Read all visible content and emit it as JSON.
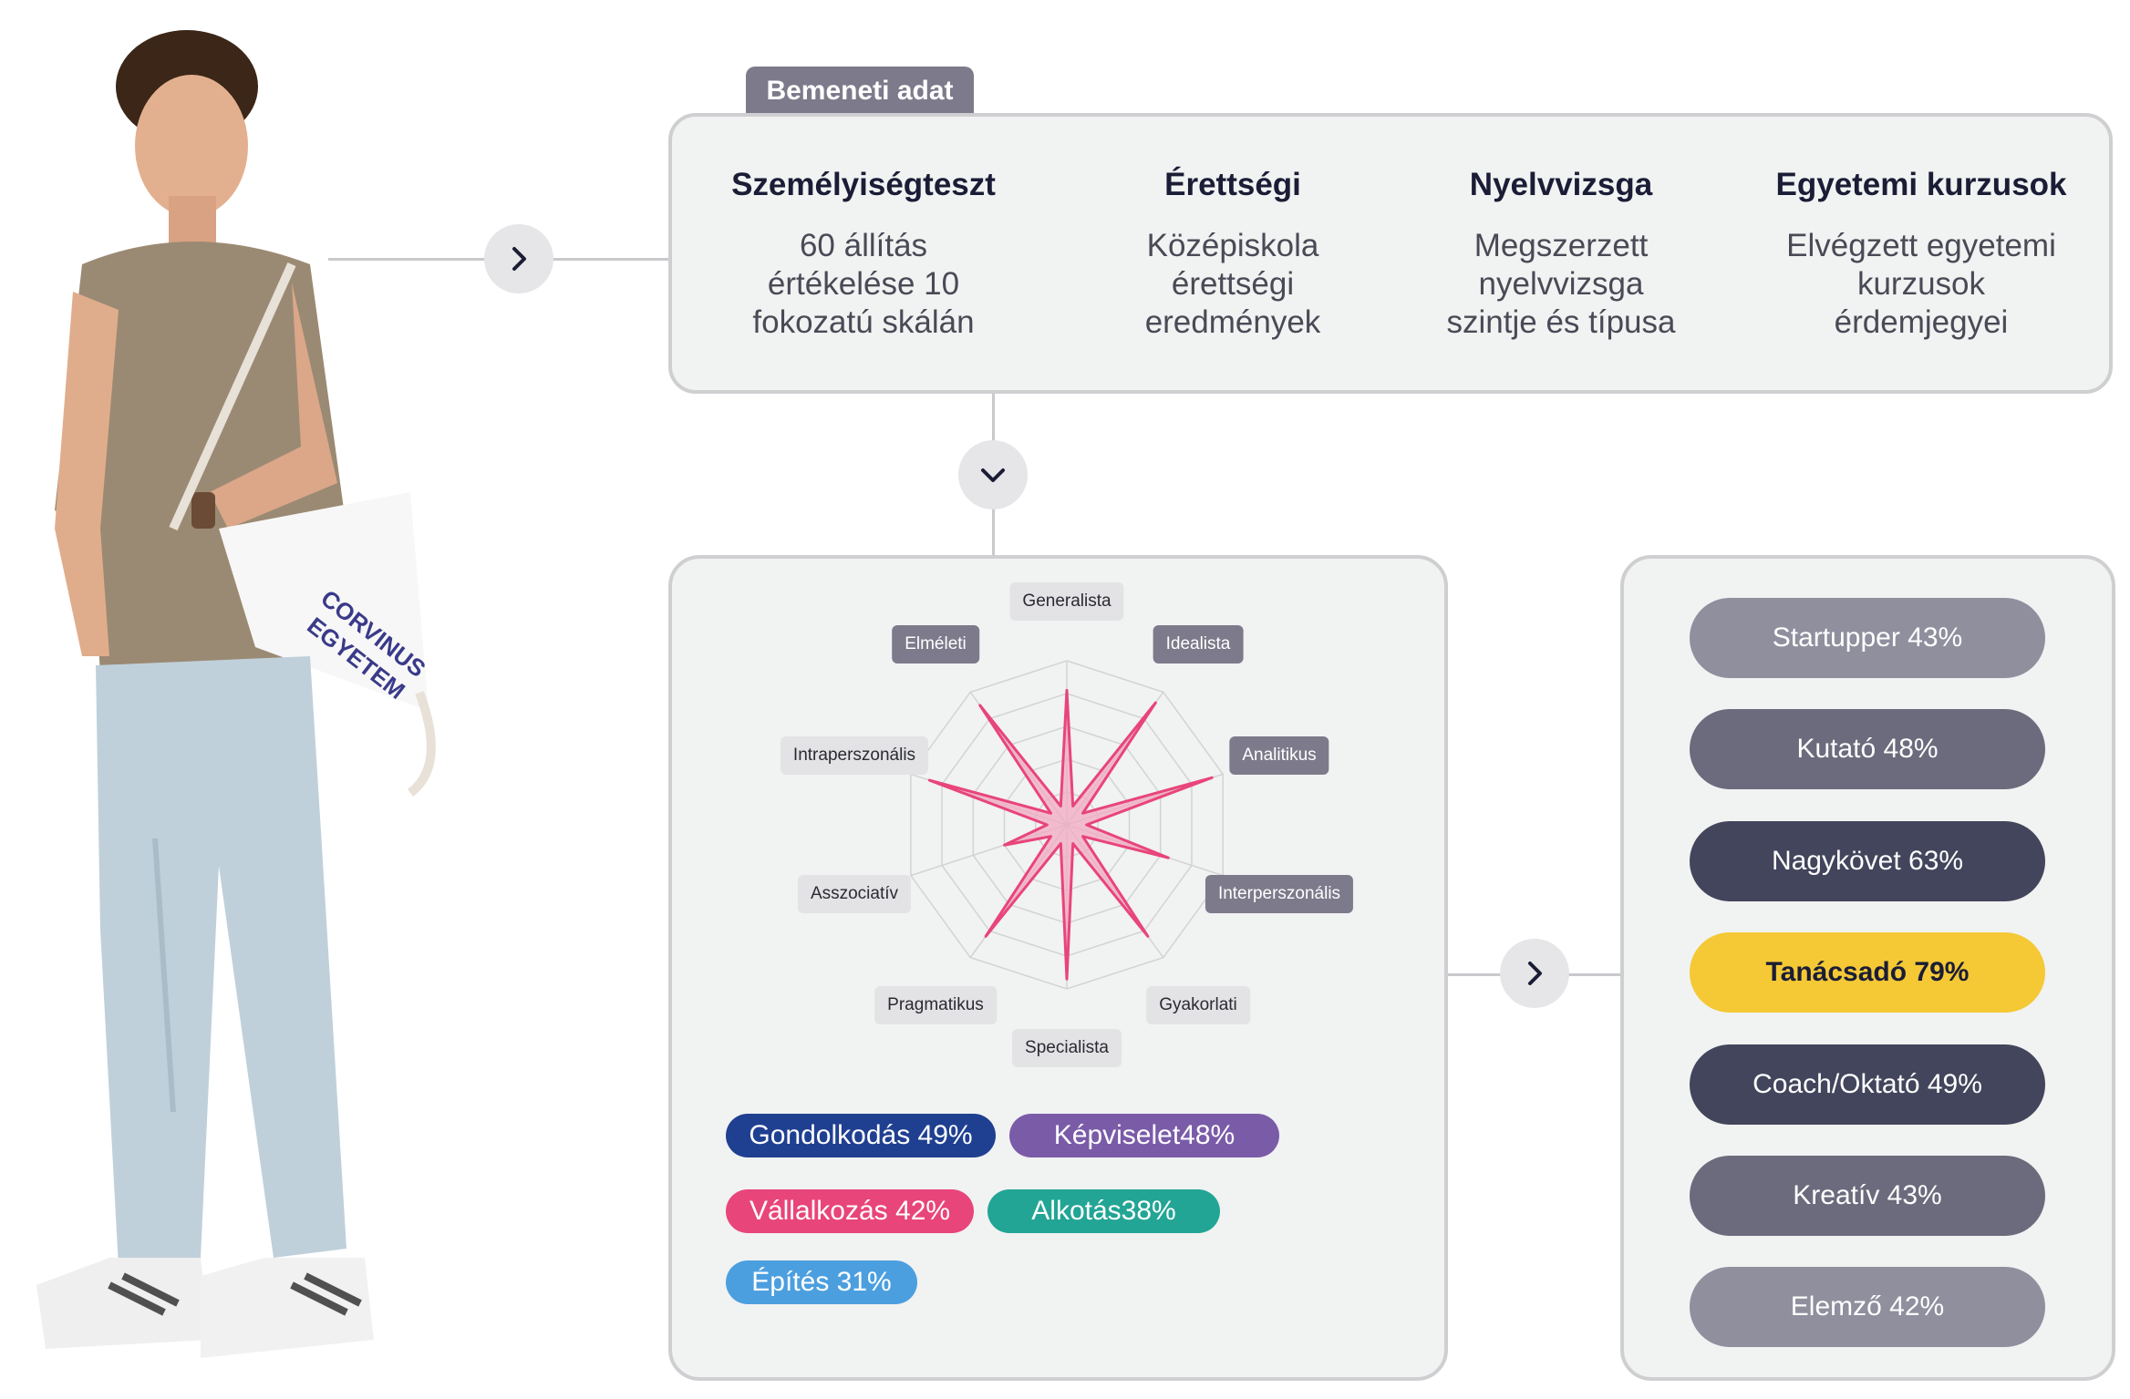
{
  "input": {
    "tag": "Bemeneti adat",
    "columns": [
      {
        "title": "Személyiségteszt",
        "lines": [
          "60 állítás",
          "értékelése 10",
          "fokozatú skálán"
        ]
      },
      {
        "title": "Érettségi",
        "lines": [
          "Középiskola",
          "érettségi",
          "eredmények"
        ]
      },
      {
        "title": "Nyelvvizsga",
        "lines": [
          "Megszerzett",
          "nyelvvizsga",
          "szintje és típusa"
        ]
      },
      {
        "title": "Egyetemi kurzusok",
        "lines": [
          "Elvégzett egyetemi",
          "kurzusok",
          "érdemjegyei"
        ]
      }
    ]
  },
  "person": {
    "bag_text": [
      "CORVINUS",
      "EGYETEM"
    ]
  },
  "chart_data": {
    "type": "radar",
    "axes": [
      "Generalista",
      "Idealista",
      "Analitikus",
      "Interperszonális",
      "Gyakorlati",
      "Specialista",
      "Pragmatikus",
      "Asszociatív",
      "Intraperszonális",
      "Elméleti"
    ],
    "highlighted_axes": [
      "Idealista",
      "Analitikus",
      "Interperszonális",
      "Elméleti"
    ],
    "values": [
      0.82,
      0.92,
      0.93,
      0.65,
      0.84,
      0.94,
      0.84,
      0.4,
      0.88,
      0.9
    ],
    "range": [
      0,
      1
    ],
    "line_color": "#e8457a",
    "fill_color": "#f2aac2"
  },
  "groups": [
    {
      "label": "Gondolkodás 49%",
      "color": "#1f3f91"
    },
    {
      "label": "Képviselet48%",
      "color": "#7a5ba8"
    },
    {
      "label": "Vállalkozás 42%",
      "color": "#e8457a"
    },
    {
      "label": "Alkotás38%",
      "color": "#22a595"
    },
    {
      "label": "Építés 31%",
      "color": "#4c9fdf"
    }
  ],
  "roles": [
    {
      "label": "Startupper 43%",
      "color": "#8f8f9e"
    },
    {
      "label": "Kutató 48%",
      "color": "#6b6b7d"
    },
    {
      "label": "Nagykövet 63%",
      "color": "#43455c"
    },
    {
      "label": "Tanácsadó 79%",
      "color": "#f4c935",
      "highlight": true
    },
    {
      "label": "Coach/Oktató 49%",
      "color": "#43455c"
    },
    {
      "label": "Kreatív 43%",
      "color": "#6b6b7d"
    },
    {
      "label": "Elemző 42%",
      "color": "#8f8f9e"
    }
  ],
  "icons": {
    "arrow_right": "chevron-right-icon",
    "arrow_down": "chevron-down-icon"
  }
}
